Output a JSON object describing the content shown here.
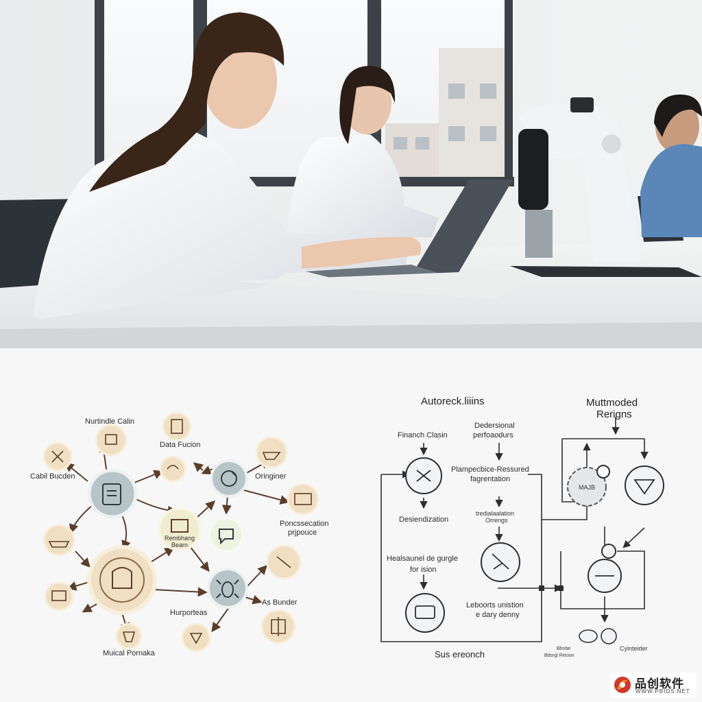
{
  "network": {
    "labels": {
      "nurture": "Nurtindle Calin",
      "cabil": "Cabil Bucden",
      "fusion": "Data Fucion",
      "originer": "Oringiner",
      "procuce": "Poncssecation\nprjpouce",
      "hurporteas": "Hurporteas",
      "bunder": "As Bunder",
      "musical": "Muical Pornaka",
      "center_node": "Rembhang\nBearn"
    }
  },
  "flowchart": {
    "title_left": "Autoreck.liiins",
    "title_right": "Muttmoded\nRerigns",
    "financh": "Financh Clasin",
    "dedersional": "Dedersional\nperfoaodurs",
    "plampecbice": "Plampecbice-Ressured\nfagrentation",
    "desiendization": "Desiendization",
    "tredia": "tredialaalation\nOrrengs",
    "heals": "Healsaunel de gurgle\nfor ision",
    "lebo": "Leboorts unistion\ne dary denny",
    "sus": "Sus ereonch",
    "maj": "MAJB",
    "bottom_left": "Bhnbe\nBdsrgl Recion",
    "bottom_right": "Cyinteider"
  },
  "watermark": {
    "name": "品创软件",
    "url": "WWW.PBIDS.NET",
    "colors": {
      "red": "#d3362b",
      "orange": "#f08a24"
    }
  },
  "colors": {
    "teal_node": "#b8c5c8",
    "beige_node": "#f0dfc2",
    "arrow": "#5a3e2b",
    "flow_line": "#2e2e2e"
  }
}
